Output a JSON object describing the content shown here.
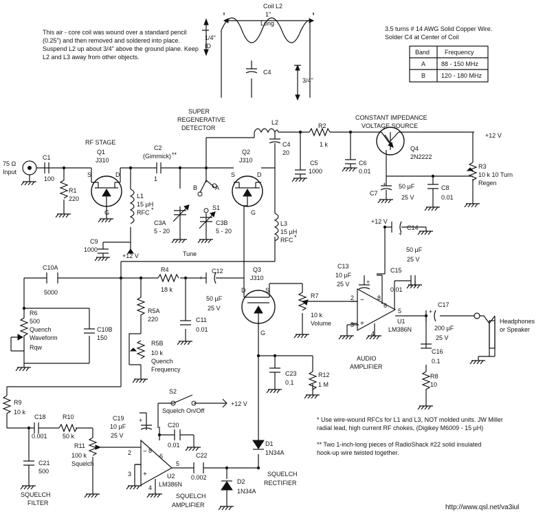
{
  "coil": {
    "title": "Coil L2",
    "length_value": "1\"",
    "length_label": "Long",
    "id_value": "1/4\"",
    "id_label": "ID",
    "height": "3/4\"",
    "cap": "C4",
    "note_lines": [
      "This air - core coil was wound over a standard pencil",
      "(0.25\") and then removed and soldered into place.",
      "Suspend L2 up about 3/4\" above the ground plane. Keep",
      "L2 and L3 away from other objects."
    ],
    "spec_lines": [
      "3.5 turns # 14 AWG Solid Copper Wire.",
      "Solder C4 at Center of Coil"
    ]
  },
  "band_table": {
    "headers": [
      "Band",
      "Frequency"
    ],
    "rows": [
      [
        "A",
        "88 - 150 MHz"
      ],
      [
        "B",
        "120 - 180 MHz"
      ]
    ]
  },
  "labels": {
    "input_1": "75 Ω",
    "input_2": "Input",
    "c1": "C1",
    "c1_val": "100",
    "r1": "R1",
    "r1_val": "220",
    "rf_stage": "RF STAGE",
    "q1": "Q1",
    "q1_type": "J310",
    "s": "S",
    "d": "D",
    "g": "G",
    "c2": "C2",
    "c2_val": "(Gimmick)",
    "c2_mark": "**",
    "c2_one": "1",
    "detector_1": "SUPER",
    "detector_2": "REGENERATIVE",
    "detector_3": "DETECTOR",
    "q2": "Q2",
    "q2_type": "J310",
    "l1": "L1",
    "l1_val": "15 µH",
    "l1_rfc": "RFC",
    "c9": "C9",
    "c9_val": "1000",
    "plus12": "+12 V",
    "c3a": "C3A",
    "c3a_val": "5 - 20",
    "c3b": "C3B",
    "c3b_val": "5 - 20",
    "tune": "Tune",
    "sw_b": "B",
    "sw_a": "A",
    "s1": "S1",
    "l2": "L2",
    "c4": "C4",
    "c4_val": "20",
    "c5": "C5",
    "c5_val": "1000",
    "r2": "R2",
    "r2_val": "1 k",
    "c6": "C6",
    "c6_val": "0.01",
    "cis_1": "CONSTANT IMPEDANCE",
    "cis_2": "VOLTAGE SOURCE",
    "q4": "Q4",
    "q4_type": "2N2222",
    "r3": "R3",
    "r3_val": "10 k 10 Turn",
    "r3_name": "Regen",
    "c7": "C7",
    "c7_val": "50 µF",
    "c7_v": "25 V",
    "c8": "C8",
    "c8_val": "0.01",
    "l3": "L3",
    "l3_val": "15 µH",
    "l3_rfc": "RFC",
    "c10a": "C10A",
    "c10a_val": "5000",
    "r6": "R6",
    "r6_val": "500",
    "r6_n1": "Quench",
    "r6_n2": "Waveform",
    "r6_n3": "Rqw",
    "c10b": "C10B",
    "c10b_val": "150",
    "r4": "R4",
    "r4_val": "18 k",
    "c12": "C12",
    "c12_val": "50 µF",
    "c12_v": "25 V",
    "c11": "C11",
    "c11_val": "0.01",
    "r5a": "R5A",
    "r5a_val": "220",
    "r5b": "R5B",
    "r5b_val": "10 k",
    "r5b_n1": "Quench",
    "r5b_n2": "Frequency",
    "q3": "Q3",
    "q3_type": "J310",
    "r7": "R7",
    "r7_val": "10 k",
    "r7_name": "Volume",
    "c13": "C13",
    "c13_val": "10 µF",
    "c13_v": "25 V",
    "c14": "C14",
    "c14_val": "50 µF",
    "c14_v": "25 V",
    "c15": "C15",
    "c15_val": "0.01",
    "u1": "U1",
    "u1_type": "LM386N",
    "c17": "C17",
    "c17_val": "200 µF",
    "c17_v": "25 V",
    "phones_1": "Headphones",
    "phones_2": "or Speaker",
    "c16": "C16",
    "c16_val": "0.1",
    "r8": "R8",
    "r8_val": "10",
    "audio_1": "AUDIO",
    "audio_2": "AMPLIFIER",
    "c23": "C23",
    "c23_val": "0.1",
    "r12": "R12",
    "r12_val": "1 M",
    "r9": "R9",
    "r9_val": "10 k",
    "c18": "C18",
    "c18_val": "0.001",
    "r10": "R10",
    "r10_val": "50 k",
    "c19": "C19",
    "c19_val": "10 µF",
    "c19_v": "25 V",
    "s2": "S2",
    "s2_name": "Squelch On/Off",
    "c20": "C20",
    "c20_val": "0.01",
    "r11": "R11",
    "r11_val": "100 k",
    "r11_name": "Squelch",
    "c21": "C21",
    "c21_val": "500",
    "c22": "C22",
    "c22_val": "0.002",
    "u2": "U2",
    "u2_type": "LM386N",
    "d1": "D1",
    "d1_type": "1N34A",
    "d2": "D2",
    "d2_type": "1N34A",
    "sq_filter_1": "SQUELCH",
    "sq_filter_2": "FILTER",
    "sq_amp_1": "SQUELCH",
    "sq_amp_2": "AMPLIFIER",
    "sq_rect_1": "SQUELCH",
    "sq_rect_2": "RECTIFIER",
    "pin2": "2",
    "pin3": "3",
    "pin4": "4",
    "pin5": "5",
    "pin6": "6",
    "pin8": "8",
    "plus": "+",
    "minus": "−",
    "star": "*"
  },
  "notes": {
    "note1_lines": [
      "* Use wire-wound RFCs for L1 and L3, NOT molded units. JW Miller",
      "radial lead, high current RF chokes, (Digikey M6009 - 15 µH)"
    ],
    "note2_lines": [
      "** Two 1-inch-long pieces of RadioShack #22 solid insulated",
      "hook-up wire twisted together."
    ]
  },
  "footer": {
    "url": "http://www.qsl.net/va3iul"
  }
}
